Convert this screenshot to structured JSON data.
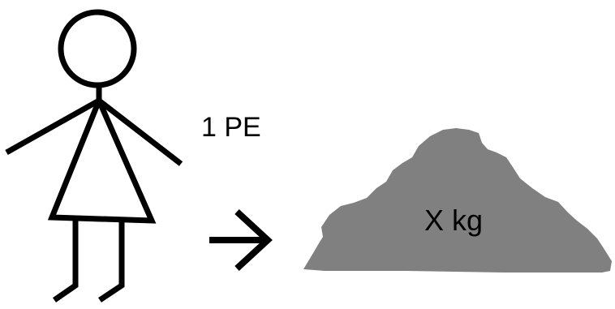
{
  "labels": {
    "person_equivalent": "1 PE",
    "waste_mass": "X kg"
  },
  "icons": {
    "person": "stick-figure-woman",
    "arrow": "right-arrow",
    "pile": "waste-pile"
  },
  "colors": {
    "stroke": "#000000",
    "pile_fill": "#808080",
    "background": "#ffffff"
  }
}
